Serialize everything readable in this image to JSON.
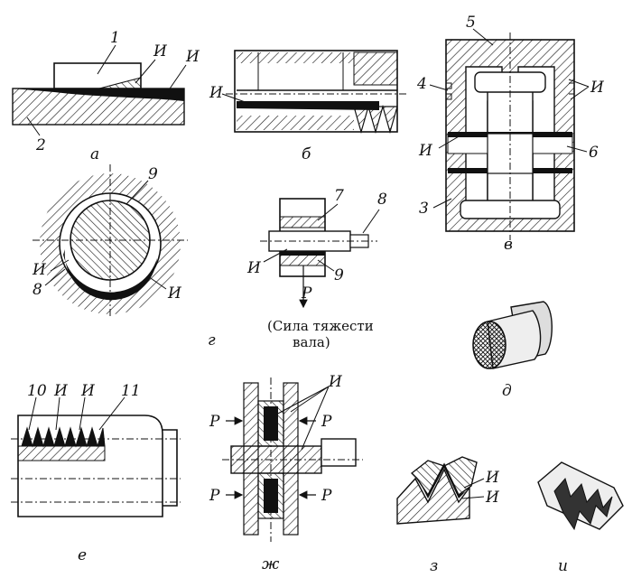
{
  "labels": {
    "a": {
      "caption": "а",
      "n1": "1",
      "n2": "2",
      "i1": "И",
      "i2": "И"
    },
    "b": {
      "caption": "б",
      "i": "И"
    },
    "v": {
      "caption": "в",
      "n5": "5",
      "n4": "4",
      "i_top": "И",
      "i_mid": "И",
      "n6": "6",
      "n3": "3"
    },
    "g": {
      "caption": "г",
      "n9a": "9",
      "n7": "7",
      "n8a": "8",
      "i_a": "И",
      "i_b": "И",
      "n8b": "8",
      "i_c": "И",
      "n9b": "9",
      "p": "P",
      "force1": "(Сила тяжести",
      "force2": "вала)"
    },
    "d": {
      "caption": "д"
    },
    "e": {
      "caption": "е",
      "n10": "10",
      "i1": "И",
      "i2": "И",
      "n11": "11"
    },
    "zh": {
      "caption": "ж",
      "i": "И",
      "p1": "P",
      "p2": "P",
      "p3": "P",
      "p4": "P"
    },
    "z": {
      "caption": "з",
      "i1": "И",
      "i2": "И"
    },
    "ii": {
      "caption": "и"
    }
  },
  "colors": {
    "ink": "#111111",
    "paper": "#ffffff"
  }
}
